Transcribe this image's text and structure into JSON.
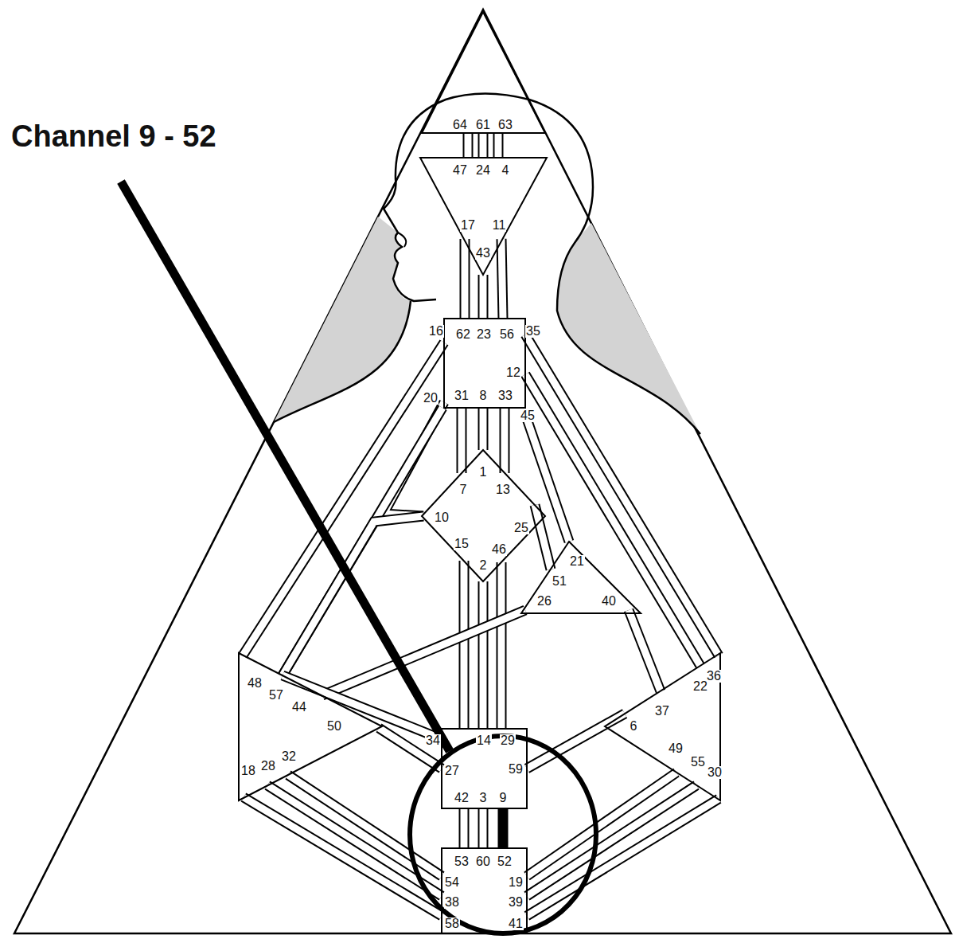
{
  "diagram": {
    "title": "Channel 9 - 52",
    "nodes": [
      {
        "text": [
          "64",
          "61",
          "63"
        ]
      },
      {
        "text": [
          "47",
          "24",
          "4",
          "17",
          "43",
          "11"
        ]
      },
      {
        "text": [
          "16",
          "35",
          "62",
          "23",
          "56",
          "12",
          "20",
          "31",
          "8",
          "33",
          "45"
        ]
      },
      {
        "text": [
          "1",
          "7",
          "13",
          "10",
          "25",
          "15",
          "46",
          "2"
        ]
      },
      {
        "text": [
          "21",
          "51",
          "26",
          "40"
        ]
      },
      {
        "text": [
          "48",
          "57",
          "44",
          "50",
          "32",
          "28",
          "18"
        ]
      },
      {
        "text": [
          "36",
          "22",
          "37",
          "6",
          "49",
          "55",
          "30"
        ]
      },
      {
        "text": [
          "34",
          "14",
          "29",
          "27",
          "59",
          "42",
          "3",
          "9"
        ]
      },
      {
        "text": [
          "53",
          "60",
          "52",
          "54",
          "19",
          "38",
          "39",
          "58",
          "41"
        ]
      }
    ],
    "edges": [
      {
        "from": 0,
        "to": 1,
        "arrow": "none"
      },
      {
        "from": 0,
        "to": 1,
        "arrow": "none"
      },
      {
        "from": 0,
        "to": 1,
        "arrow": "none"
      },
      {
        "from": 1,
        "to": 2,
        "arrow": "none"
      },
      {
        "from": 1,
        "to": 2,
        "arrow": "none"
      },
      {
        "from": 1,
        "to": 2,
        "arrow": "none"
      },
      {
        "from": 2,
        "to": 3,
        "arrow": "none"
      },
      {
        "from": 2,
        "to": 3,
        "arrow": "none"
      },
      {
        "from": 2,
        "to": 3,
        "arrow": "none"
      },
      {
        "from": 2,
        "to": 3,
        "arrow": "none"
      },
      {
        "from": 2,
        "to": 5,
        "arrow": "none"
      },
      {
        "from": 2,
        "to": 5,
        "arrow": "none"
      },
      {
        "from": 2,
        "to": 6,
        "arrow": "none"
      },
      {
        "from": 2,
        "to": 6,
        "arrow": "none"
      },
      {
        "from": 2,
        "to": 4,
        "arrow": "none"
      },
      {
        "from": 3,
        "to": 4,
        "arrow": "none"
      },
      {
        "from": 3,
        "to": 5,
        "arrow": "none"
      },
      {
        "from": 3,
        "to": 7,
        "arrow": "none"
      },
      {
        "from": 3,
        "to": 7,
        "arrow": "none"
      },
      {
        "from": 3,
        "to": 7,
        "arrow": "none"
      },
      {
        "from": 4,
        "to": 5,
        "arrow": "none"
      },
      {
        "from": 4,
        "to": 6,
        "arrow": "none"
      },
      {
        "from": 5,
        "to": 7,
        "arrow": "none"
      },
      {
        "from": 5,
        "to": 7,
        "arrow": "none"
      },
      {
        "from": 7,
        "to": 6,
        "arrow": "none"
      },
      {
        "from": 7,
        "to": 8,
        "arrow": "none"
      },
      {
        "from": 7,
        "to": 8,
        "arrow": "none"
      },
      {
        "from": 7,
        "to": 8,
        "arrow": "none"
      },
      {
        "from": 8,
        "to": 5,
        "arrow": "none"
      },
      {
        "from": 8,
        "to": 5,
        "arrow": "none"
      },
      {
        "from": 8,
        "to": 5,
        "arrow": "none"
      },
      {
        "from": 8,
        "to": 6,
        "arrow": "none"
      },
      {
        "from": 8,
        "to": 6,
        "arrow": "none"
      },
      {
        "from": 8,
        "to": 6,
        "arrow": "none"
      }
    ]
  }
}
